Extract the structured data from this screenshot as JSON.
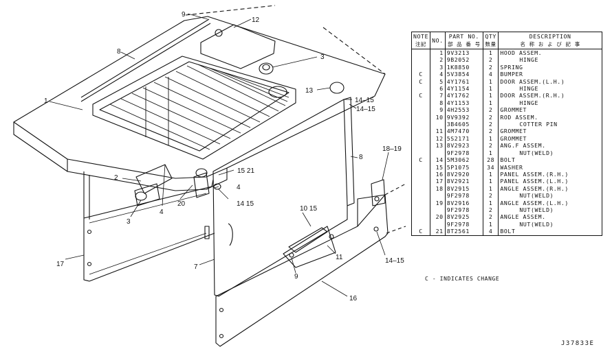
{
  "callouts": {
    "c9a": "9",
    "c12": "12",
    "c8a": "8",
    "c3a": "3",
    "c1": "1",
    "c13": "13",
    "c14_15a": "14–15",
    "c14_15b": "14–15",
    "c8b": "8",
    "c18_19": "18–19",
    "c15_21": "15 21",
    "c2": "2",
    "c4a": "4",
    "c4b": "4",
    "c20": "20",
    "c14_15c": "14 15",
    "c3b": "3",
    "c10_15": "10 15",
    "c11": "11",
    "c17": "17",
    "c7": "7",
    "c9b": "9",
    "c16": "16",
    "c14_15d": "14–15"
  },
  "table": {
    "headers": {
      "note": "NOTE",
      "note_jp": "注記",
      "no": "NO.",
      "part": "PART NO.",
      "part_jp": "部 品 番 号",
      "qty": "QTY",
      "qty_jp": "数量",
      "desc": "DESCRIPTION",
      "desc_jp": "名 称 お よ び 記 事"
    },
    "rows": [
      {
        "note": "",
        "no": "1",
        "part": "9V3213",
        "qty": "1",
        "desc": "HOOD ASSEM."
      },
      {
        "note": "",
        "no": "2",
        "part": "9B2052",
        "qty": "2",
        "desc": "HINGE"
      },
      {
        "note": "",
        "no": "3",
        "part": "1K8850",
        "qty": "2",
        "desc": "SPRING"
      },
      {
        "note": "C",
        "no": "4",
        "part": "5V3854",
        "qty": "4",
        "desc": "BUMPER"
      },
      {
        "note": "C",
        "no": "5",
        "part": "4Y1761",
        "qty": "1",
        "desc": "DOOR ASSEM.(L.H.)"
      },
      {
        "note": "",
        "no": "6",
        "part": "4Y1154",
        "qty": "1",
        "desc": "HINGE"
      },
      {
        "note": "C",
        "no": "7",
        "part": "4Y1762",
        "qty": "1",
        "desc": "DOOR ASSEM.(R.H.)"
      },
      {
        "note": "",
        "no": "8",
        "part": "4Y1153",
        "qty": "1",
        "desc": "HINGE"
      },
      {
        "note": "",
        "no": "9",
        "part": "4H2553",
        "qty": "2",
        "desc": "GROMMET"
      },
      {
        "note": "",
        "no": "10",
        "part": "9V9392",
        "qty": "2",
        "desc": "ROD ASSEM."
      },
      {
        "note": "",
        "no": "",
        "part": "3B4605",
        "qty": "2",
        "desc": "COTTER PIN"
      },
      {
        "note": "",
        "no": "11",
        "part": "4M7470",
        "qty": "2",
        "desc": "GROMMET"
      },
      {
        "note": "",
        "no": "12",
        "part": "5S2171",
        "qty": "1",
        "desc": "GROMMET"
      },
      {
        "note": "",
        "no": "13",
        "part": "8V2923",
        "qty": "2",
        "desc": "ANG.F ASSEM."
      },
      {
        "note": "",
        "no": "",
        "part": "9F2978",
        "qty": "1",
        "desc": "NUT(WELD)"
      },
      {
        "note": "C",
        "no": "14",
        "part": "5M3062",
        "qty": "28",
        "desc": "BOLT"
      },
      {
        "note": "",
        "no": "15",
        "part": "5P1075",
        "qty": "34",
        "desc": "WASHER"
      },
      {
        "note": "",
        "no": "16",
        "part": "8V2920",
        "qty": "1",
        "desc": "PANEL ASSEM.(R.H.)"
      },
      {
        "note": "",
        "no": "17",
        "part": "8V2921",
        "qty": "1",
        "desc": "PANEL ASSEM.(L.H.)"
      },
      {
        "note": "",
        "no": "18",
        "part": "8V2915",
        "qty": "1",
        "desc": "ANGLE ASSEM.(R.H.)"
      },
      {
        "note": "",
        "no": "",
        "part": "9F2978",
        "qty": "2",
        "desc": "NUT(WELD)"
      },
      {
        "note": "",
        "no": "19",
        "part": "8V2916",
        "qty": "1",
        "desc": "ANGLE ASSEM.(L.H.)"
      },
      {
        "note": "",
        "no": "",
        "part": "9F2978",
        "qty": "2",
        "desc": "NUT(WELD)"
      },
      {
        "note": "",
        "no": "20",
        "part": "8V2925",
        "qty": "2",
        "desc": "ANGLE ASSEM."
      },
      {
        "note": "",
        "no": "",
        "part": "9F2978",
        "qty": "1",
        "desc": "NUT(WELD)"
      },
      {
        "note": "C",
        "no": "21",
        "part": "8T2561",
        "qty": "4",
        "desc": "BOLT"
      }
    ]
  },
  "legend": "C - INDICATES   CHANGE",
  "drawing_code": "J37833E"
}
